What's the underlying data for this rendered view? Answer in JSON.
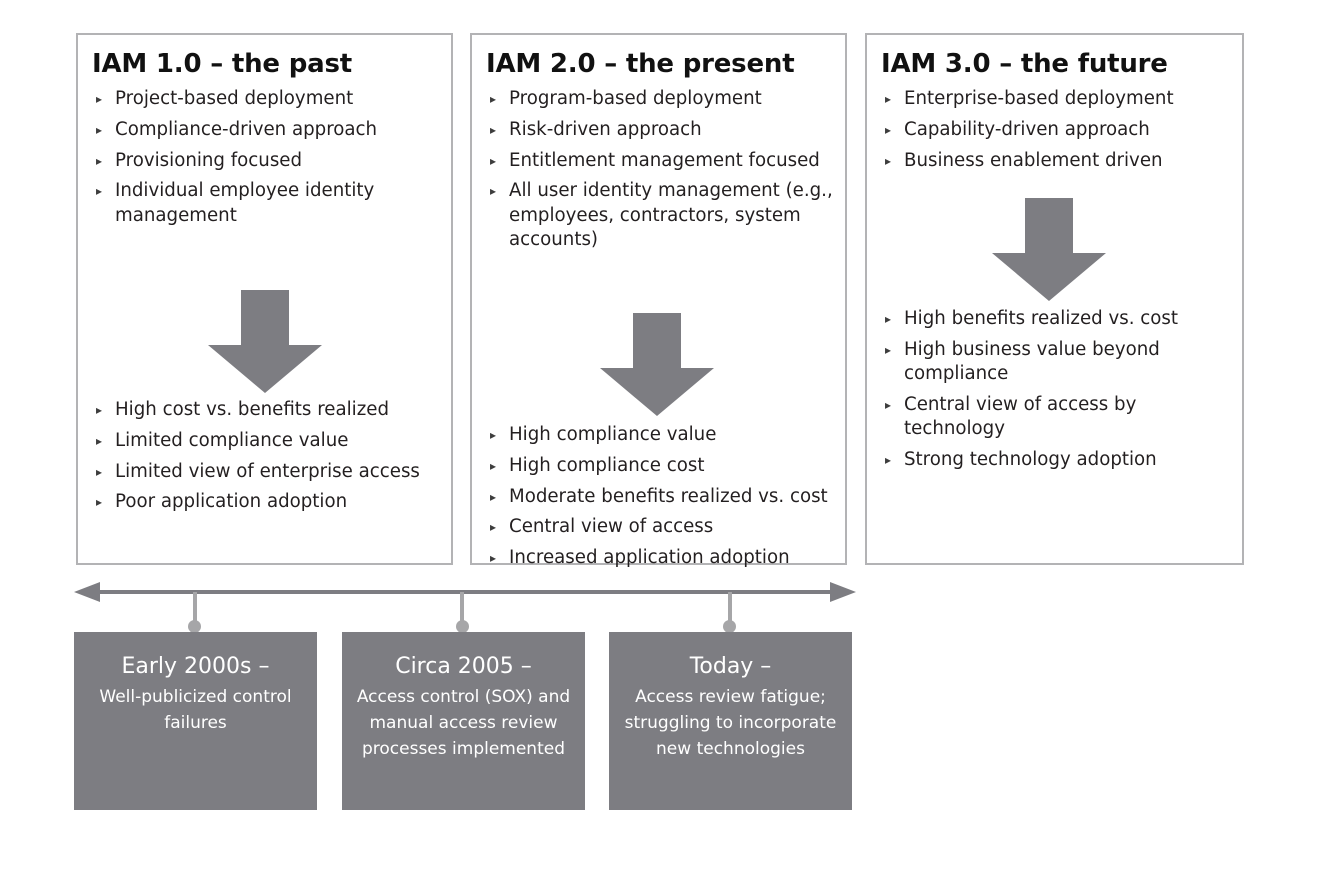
{
  "colors": {
    "accent_gray": "#7d7d82",
    "panel_border": "#b3b3b5",
    "connector_gray": "#a6a6a8",
    "text": "#231f20",
    "box_text": "#ffffff"
  },
  "panels": [
    {
      "title": "IAM 1.0 – the past",
      "bullets_top": [
        "Project-based deployment",
        "Compliance-driven approach",
        "Provisioning focused",
        "Individual employee identity management"
      ],
      "arrow": "down-arrow",
      "bullets_bottom": [
        "High cost vs. benefits realized",
        "Limited compliance value",
        "Limited view of enterprise access",
        "Poor application adoption"
      ]
    },
    {
      "title": "IAM 2.0 – the present",
      "bullets_top": [
        "Program-based deployment",
        "Risk-driven approach",
        "Entitlement management focused",
        "All user identity management (e.g., employees, contractors, system accounts)"
      ],
      "arrow": "down-arrow",
      "bullets_bottom": [
        "High compliance value",
        "High compliance cost",
        "Moderate benefits realized vs. cost",
        "Central view of access",
        "Increased application adoption"
      ]
    },
    {
      "title": "IAM 3.0 – the future",
      "bullets_top": [
        "Enterprise-based deployment",
        "Capability-driven approach",
        "Business enablement driven"
      ],
      "arrow": "down-arrow",
      "bullets_bottom": [
        "High benefits realized vs. cost",
        "High business value beyond compliance",
        "Central view of access by technology",
        "Strong technology adoption"
      ]
    }
  ],
  "timeline": {
    "axis_icon": "double-headed-arrow-icon",
    "milestones": [
      {
        "title": "Early 2000s –",
        "body": "Well-publicized control failures"
      },
      {
        "title": "Circa 2005 –",
        "body": "Access control (SOX) and manual access review processes implemented"
      },
      {
        "title": "Today –",
        "body": "Access review fatigue; struggling to incorporate new technologies"
      }
    ]
  }
}
